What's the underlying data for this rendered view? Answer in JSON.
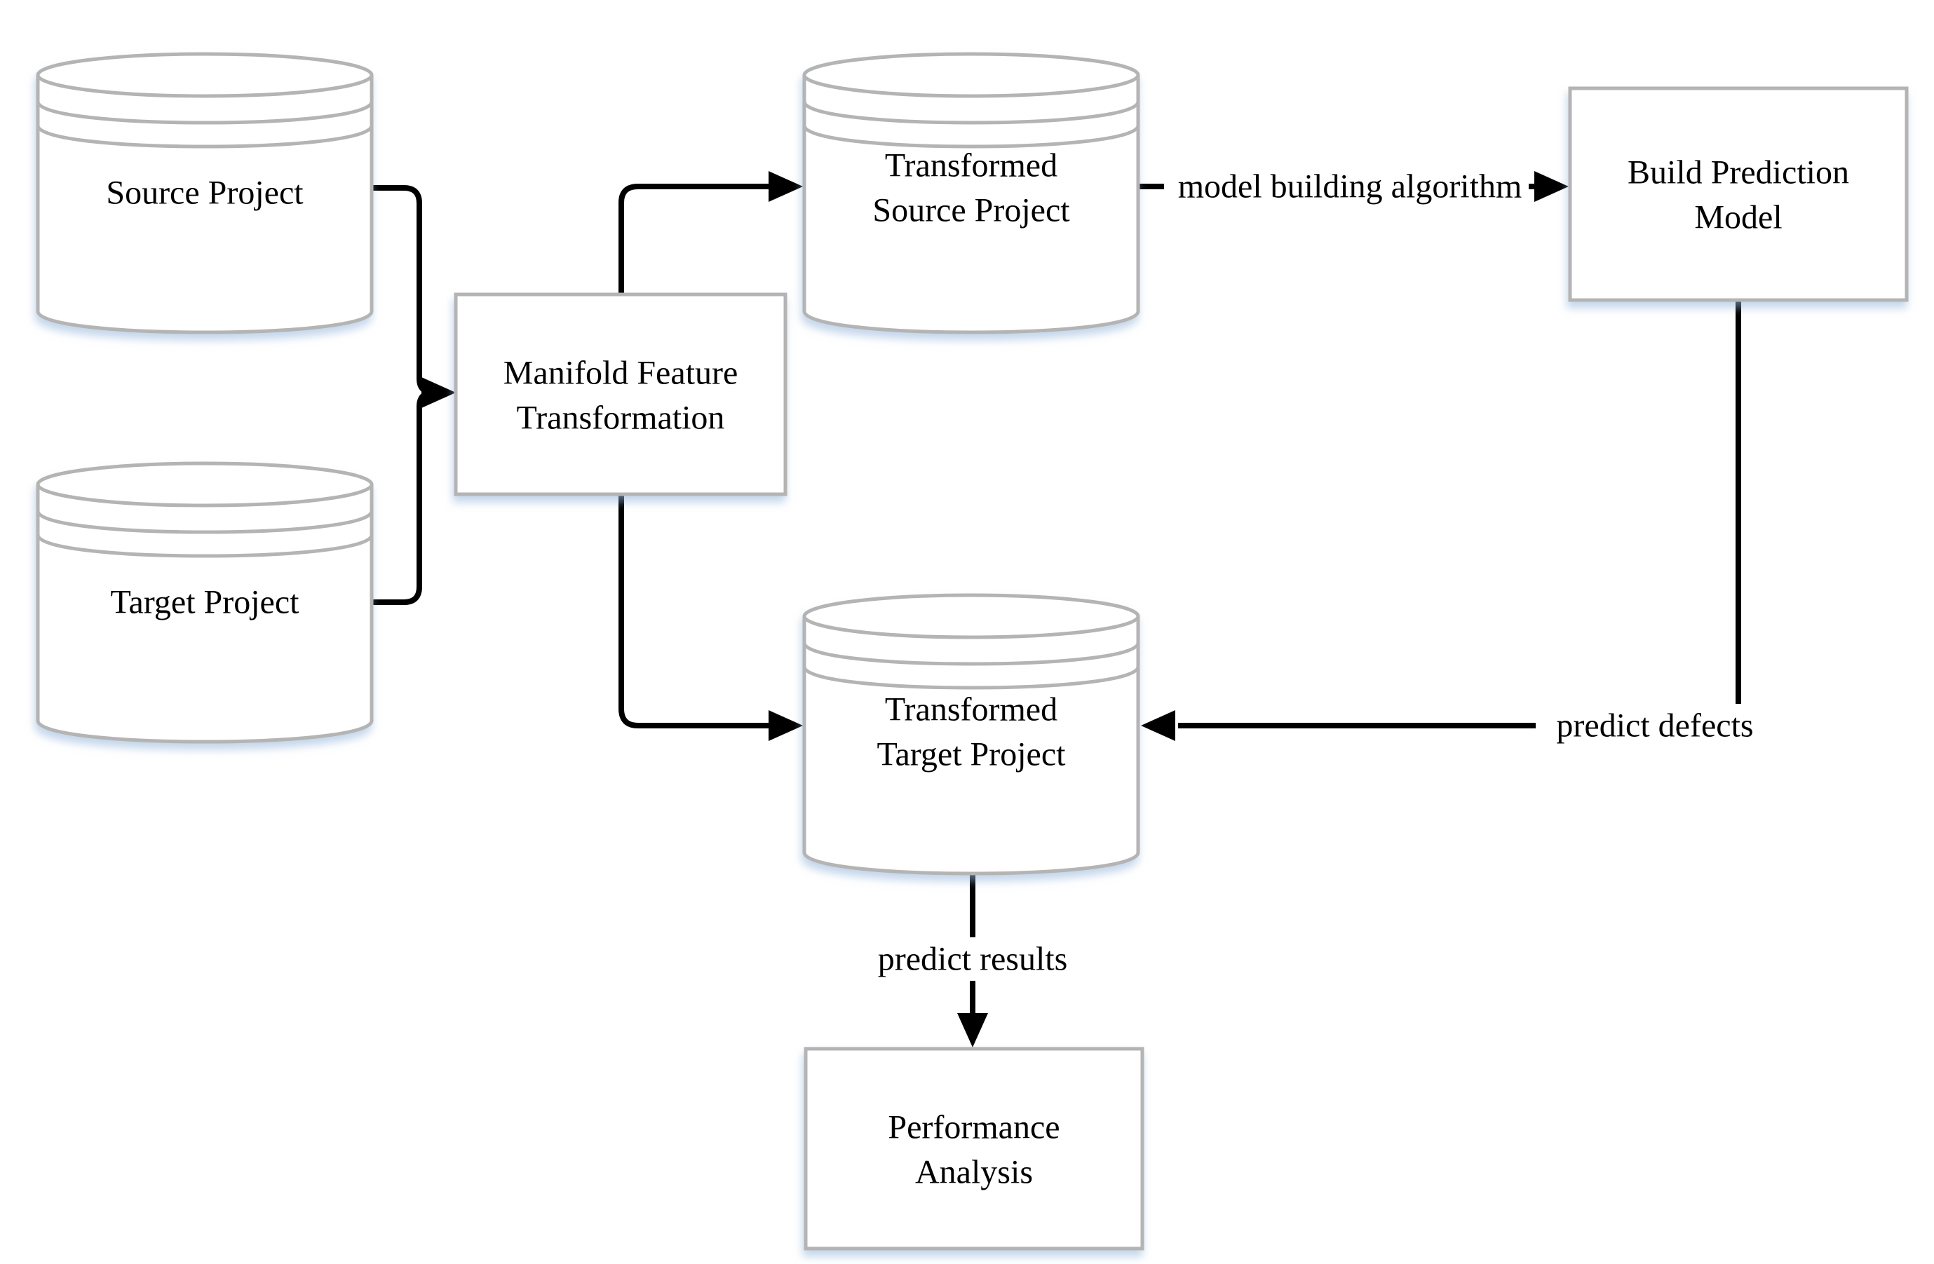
{
  "diagram": {
    "nodes": {
      "source_project": {
        "type": "database",
        "label": "Source Project"
      },
      "target_project": {
        "type": "database",
        "label": "Target Project"
      },
      "manifold": {
        "type": "process",
        "lines": [
          "Manifold Feature",
          "Transformation"
        ]
      },
      "transformed_source": {
        "type": "database",
        "lines": [
          "Transformed",
          "Source Project"
        ]
      },
      "transformed_target": {
        "type": "database",
        "lines": [
          "Transformed",
          "Target Project"
        ]
      },
      "build_prediction_model": {
        "type": "process",
        "lines": [
          "Build Prediction",
          "Model"
        ]
      },
      "performance_analysis": {
        "type": "process",
        "lines": [
          "Performance",
          "Analysis"
        ]
      }
    },
    "edges": {
      "source_to_manifold": {
        "from": "source_project",
        "to": "manifold"
      },
      "target_to_manifold": {
        "from": "target_project",
        "to": "manifold"
      },
      "manifold_to_tsource": {
        "from": "manifold",
        "to": "transformed_source"
      },
      "manifold_to_ttarget": {
        "from": "manifold",
        "to": "transformed_target"
      },
      "model_building": {
        "from": "transformed_source",
        "to": "build_prediction_model",
        "label": "model building algorithm"
      },
      "predict_defects": {
        "from": "build_prediction_model",
        "to": "transformed_target",
        "label": "predict defects"
      },
      "predict_results": {
        "from": "transformed_target",
        "to": "performance_analysis",
        "label": "predict results"
      }
    },
    "colors": {
      "outline_gray": "#b4b4b4",
      "arrow_black": "#000000",
      "text_black": "#000000",
      "shadow_blue": "#94b4da",
      "background": "#ffffff"
    }
  }
}
